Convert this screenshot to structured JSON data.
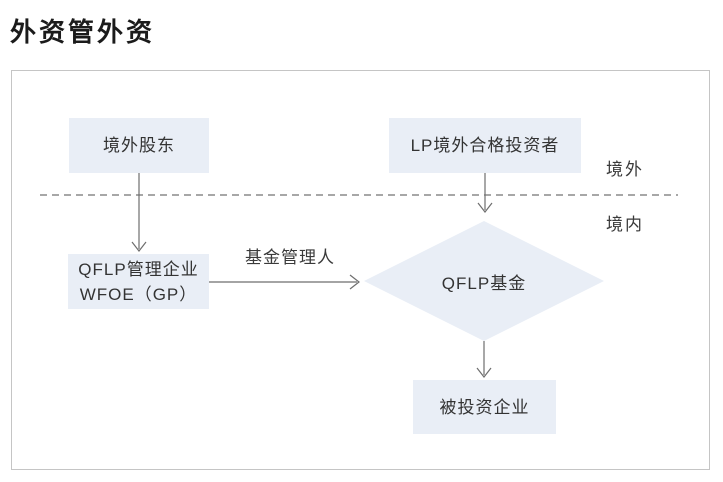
{
  "title": "外资管外资",
  "diagram": {
    "nodes": {
      "overseas_shareholder": "境外股东",
      "lp_investor": "LP境外合格投资者",
      "qflp_manager_line1": "QFLP管理企业",
      "qflp_manager_line2": "WFOE（GP）",
      "qflp_fund": "QFLP基金",
      "investee": "被投资企业"
    },
    "labels": {
      "fund_manager": "基金管理人",
      "offshore": "境外",
      "onshore": "境内"
    },
    "colors": {
      "node_fill": "#e9eef6",
      "arrow": "#6e6e6e",
      "dashed_line": "#4f4f4f",
      "frame_border": "#c5c5c5",
      "text": "#333333",
      "title": "#1b1b1b"
    }
  }
}
